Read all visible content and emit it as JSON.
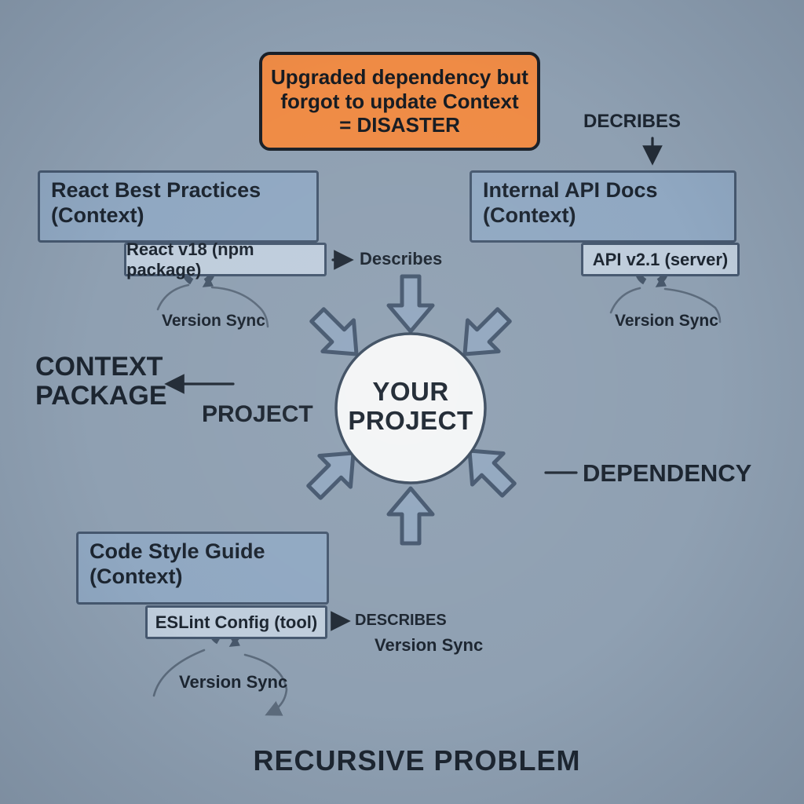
{
  "colors": {
    "background": "#8FA0B2",
    "box_fill": "#90A8C2",
    "subbox_fill": "#BFCDDC",
    "box_border": "#46586F",
    "orange_fill": "#EF8B45",
    "circle_fill": "#F3F5F6",
    "arrow_fill": "#92A7BF",
    "dark_text": "#1C2530",
    "line_dark": "#222B36",
    "swoosh": "#5C6B7C",
    "sync": "#47576A"
  },
  "callout": {
    "lines": [
      "Upgraded dependency but",
      "forgot to update Context",
      "= DISASTER"
    ]
  },
  "decribes_top": "DECRIBES",
  "react": {
    "title": "React Best Practices",
    "subtitle": "(Context)",
    "chip": "React v18 (npm package)",
    "describes": "Describes",
    "version_sync": "Version Sync"
  },
  "api": {
    "title": "Internal API Docs",
    "subtitle": "(Context)",
    "chip": "API v2.1 (server)",
    "version_sync": "Version Sync"
  },
  "style": {
    "title": "Code Style Guide",
    "subtitle": "(Context)",
    "chip": "ESLint Config (tool)",
    "describes": "DESCRIBES",
    "version_sync_right": "Version Sync",
    "version_sync": "Version Sync"
  },
  "center_circle": {
    "line1": "YOUR",
    "line2": "PROJECT"
  },
  "annotations": {
    "context_package_line1": "CONTEXT",
    "context_package_line2": "PACKAGE",
    "project": "PROJECT",
    "dependency_dash": "—",
    "dependency": "DEPENDENCY",
    "footer": "RECURSIVE PROBLEM"
  }
}
